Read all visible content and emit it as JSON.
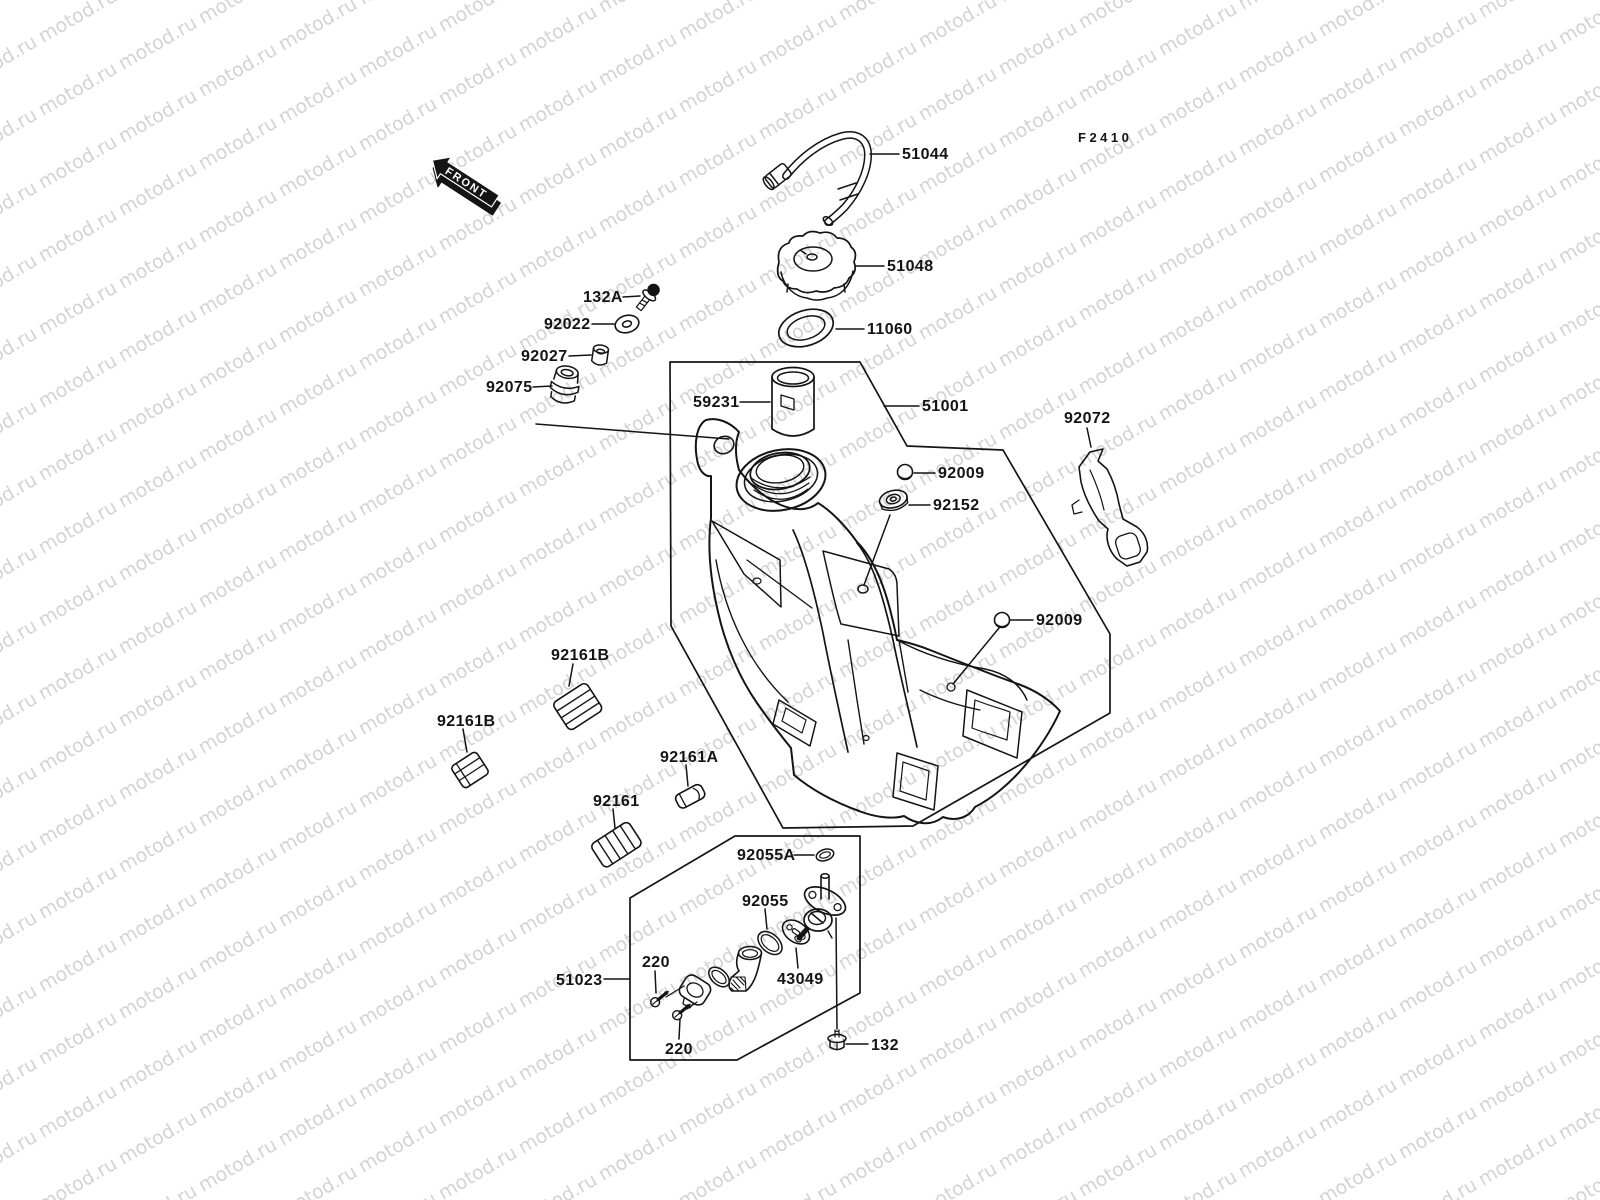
{
  "figure": {
    "code": "F2410"
  },
  "front_arrow": {
    "label": "FRONT"
  },
  "watermark": {
    "text": "motod.ru",
    "color": "#d3d3d3"
  },
  "callouts": [
    {
      "part": "51044"
    },
    {
      "part": "51048"
    },
    {
      "part": "11060"
    },
    {
      "part": "132A"
    },
    {
      "part": "92022"
    },
    {
      "part": "92027"
    },
    {
      "part": "92075"
    },
    {
      "part": "59231"
    },
    {
      "part": "51001"
    },
    {
      "part": "92072"
    },
    {
      "part": "92009"
    },
    {
      "part": "92152"
    },
    {
      "part": "92009"
    },
    {
      "part": "92161B"
    },
    {
      "part": "92161B"
    },
    {
      "part": "92161A"
    },
    {
      "part": "92161"
    },
    {
      "part": "92055A"
    },
    {
      "part": "92055"
    },
    {
      "part": "43049"
    },
    {
      "part": "220"
    },
    {
      "part": "220"
    },
    {
      "part": "51023"
    },
    {
      "part": "132"
    }
  ]
}
